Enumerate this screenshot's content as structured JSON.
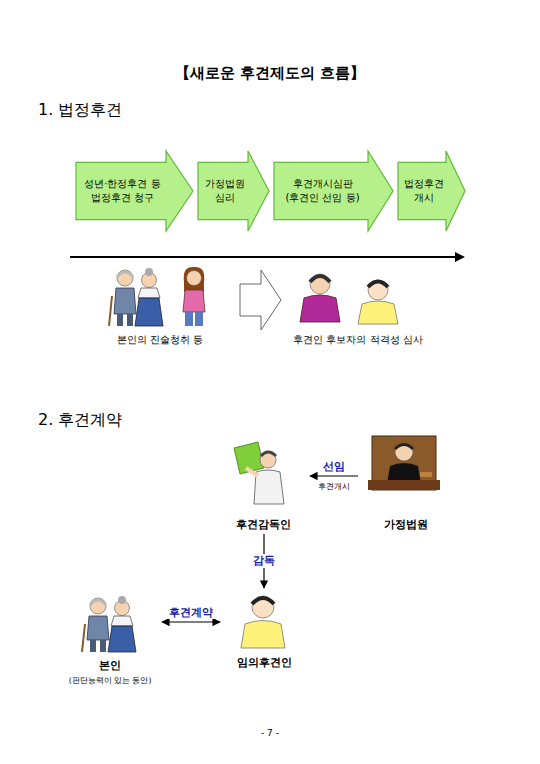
{
  "diagram": {
    "title": "【새로운 후견제도의 흐름】",
    "nodes": [
      {
        "text": [
          "성년·한정후견 등 법정후견 청구"
        ]
      },
      {
        "text": [
          "가정법원 심리"
        ]
      },
      {
        "text": [
          "후견개시심판 (후견인 선임 등)"
        ]
      },
      {
        "text": [
          "법정후견 개시"
        ]
      },
      {
        "text": [
          "후견감독인"
        ]
      },
      {
        "text": [
          "가정법원"
        ]
      },
      {
        "text": [
          "본인",
          "(판단능력이 있는 동안)"
        ]
      },
      {
        "text": [
          "임의후견인"
        ]
      }
    ],
    "edges": [
      {
        "from": 5,
        "to": 4,
        "label": "선임",
        "arrow": "to"
      },
      {
        "from": 4,
        "to": 7,
        "label": "감독",
        "arrow": "to"
      },
      {
        "from": 6,
        "to": 7,
        "label": "후견계약",
        "arrow": "both"
      }
    ],
    "labels": [
      "1. 법정후견",
      "본인의 진술청취 등",
      "후견인 후보자의 적격성 심사",
      "2. 후견계약",
      "후견개시",
      "- 7 -"
    ]
  }
}
